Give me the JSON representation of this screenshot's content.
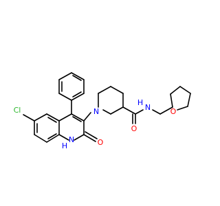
{
  "colors": {
    "bond": "#000000",
    "chlorine": "#2db82d",
    "oxygen": "#ff0000",
    "nitrogen": "#0000ff",
    "background": "#ffffff"
  },
  "labels": {
    "chlorine": "Cl",
    "carbonyl_oxygen_quinolinone": "O",
    "ring_nh": "N",
    "ring_nh_h": "H",
    "piperidine_n": "N",
    "amide_o": "O",
    "amide_n": "N",
    "amide_h": "H",
    "thf_o": "O"
  }
}
